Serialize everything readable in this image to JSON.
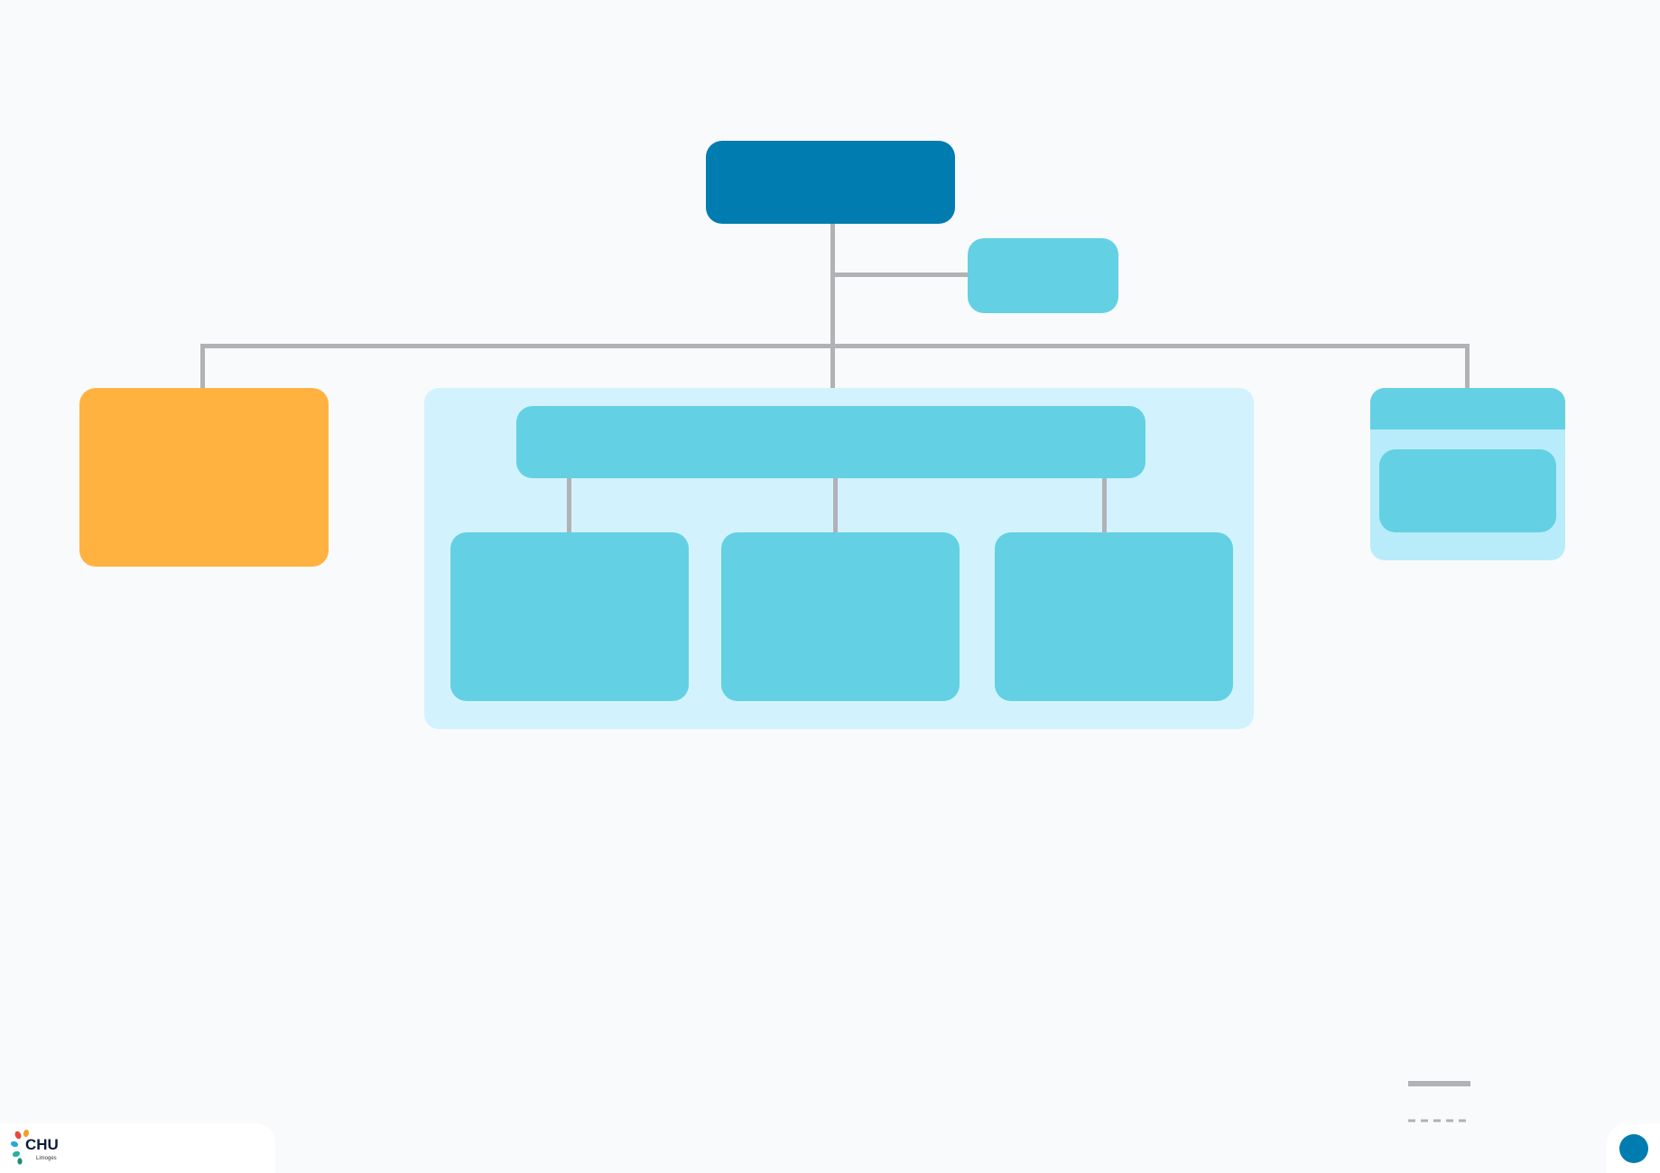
{
  "diagram": {
    "nodes": [
      {
        "id": "root",
        "text": ""
      },
      {
        "id": "advisor",
        "text": ""
      },
      {
        "id": "left",
        "text": ""
      },
      {
        "id": "center-head",
        "text": ""
      },
      {
        "id": "center-child-1",
        "text": ""
      },
      {
        "id": "center-child-2",
        "text": ""
      },
      {
        "id": "center-child-3",
        "text": ""
      },
      {
        "id": "right-head",
        "text": ""
      },
      {
        "id": "right-child",
        "text": ""
      }
    ],
    "colors": {
      "root": "#007cb0",
      "node": "#64d0e3",
      "highlight": "#ffb240",
      "group_panel": "#d2f3fd",
      "side_panel": "#b8ecfa",
      "connector": "#b0b2b6"
    }
  },
  "legend": {
    "solid_label": "",
    "dashed_label": ""
  },
  "footer": {
    "logo_text": "CHU",
    "logo_subtext": "Limoges"
  }
}
